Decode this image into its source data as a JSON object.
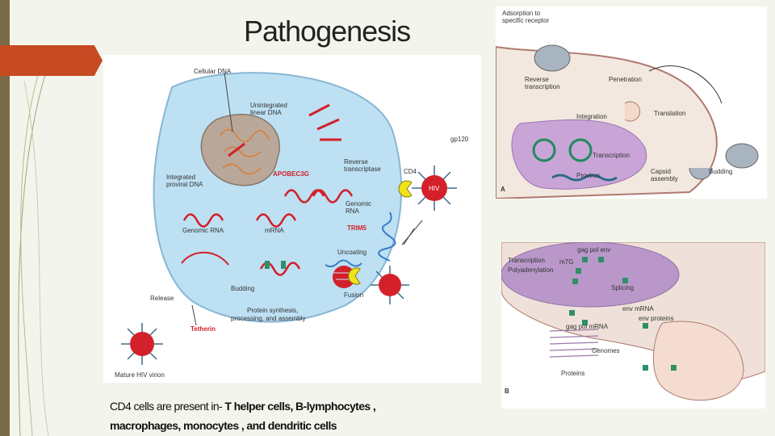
{
  "slide": {
    "title": "Pathogenesis",
    "caption": {
      "line1_normal": "CD4 cells are present in- ",
      "line1_bold": "T helper cells, B-lymphocytes ,",
      "line2_bold": "macrophages, monocytes , and dendritic cells"
    }
  },
  "figure_a": {
    "labels": {
      "cellular_dna": "Cellular DNA",
      "unintegrated": "Unintegrated",
      "linear_dna": "linear DNA",
      "apobec": "APOBEC3G",
      "reverse": "Reverse",
      "transcriptase": "transcriptase",
      "cd4": "CD4",
      "gp120": "gp120",
      "hiv": "HIV",
      "integrated": "Integrated",
      "proviral": "proviral DNA",
      "genomic": "Genomic",
      "rna": "RNA",
      "trim5": "TRIM5",
      "genomic_rna": "Genomic RNA",
      "mrna": "mRNA",
      "uncoating": "Uncoating",
      "budding": "Budding",
      "fusion": "Fusion",
      "release": "Release",
      "protein1": "Protein synthesis,",
      "protein2": "processing, and assembly",
      "tetherin": "Tetherin",
      "mature": "Mature HIV virion"
    }
  },
  "figure_b": {
    "labels": {
      "adsorption1": "Adsorption to",
      "adsorption2": "specific receptor",
      "reverse1": "Reverse",
      "reverse2": "transcription",
      "penetration": "Penetration",
      "integration": "Integration",
      "translation": "Translation",
      "transcription": "Transcription",
      "provirus": "Provirus",
      "capsid1": "Capsid",
      "capsid2": "assembly",
      "budding": "Budding",
      "panel": "A"
    }
  },
  "figure_c": {
    "labels": {
      "transcription": "Transcription",
      "polyadenylation": "Polyadenylation",
      "splicing": "Splicing",
      "m7g": "m7G",
      "gag_pol_env": "gag pol env",
      "env_mrna": "env mRNA",
      "gag_pol_mrna": "gag pol mRNA",
      "env_proteins": "env proteins",
      "genomes": "Genomes",
      "proteins": "Proteins",
      "panel": "B"
    }
  }
}
